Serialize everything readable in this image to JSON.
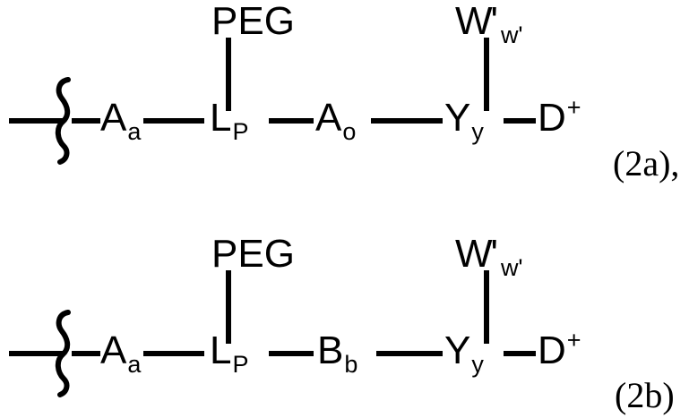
{
  "document": {
    "title": "Chemical structure formulas (2a) and (2b)",
    "background_color": "#ffffff",
    "ink_color": "#000000"
  },
  "structures": [
    {
      "id": "2a",
      "formula_number": "(2a),",
      "attachment_point": "wavy-bond",
      "backbone": [
        {
          "base": "A",
          "subscript": "a"
        },
        {
          "base": "L",
          "subscript": "P"
        },
        {
          "base": "A",
          "subscript": "o"
        },
        {
          "base": "Y",
          "subscript": "y"
        },
        {
          "base": "D",
          "superscript": "+"
        }
      ],
      "branches": [
        {
          "from": "L",
          "label": "PEG"
        },
        {
          "from": "Y",
          "base": "W",
          "prime": "'",
          "subscript": "w'"
        }
      ]
    },
    {
      "id": "2b",
      "formula_number": "(2b)",
      "attachment_point": "wavy-bond",
      "backbone": [
        {
          "base": "A",
          "subscript": "a"
        },
        {
          "base": "L",
          "subscript": "P"
        },
        {
          "base": "B",
          "subscript": "b"
        },
        {
          "base": "Y",
          "subscript": "y"
        },
        {
          "base": "D",
          "superscript": "+"
        }
      ],
      "branches": [
        {
          "from": "L",
          "label": "PEG"
        },
        {
          "from": "Y",
          "base": "W",
          "prime": "'",
          "subscript": "w'"
        }
      ]
    }
  ],
  "labels": {
    "peg": "PEG",
    "w_base": "W",
    "w_prime": "'",
    "w_subscript": "w'",
    "a_base": "A",
    "a_subscript": "a",
    "l_base": "L",
    "l_subscript": "P",
    "ao_base": "A",
    "ao_subscript": "o",
    "b_base": "B",
    "b_subscript": "b",
    "y_base": "Y",
    "y_subscript": "y",
    "d_base": "D",
    "d_superscript": "+",
    "number_2a": "(2a),",
    "number_2b": "(2b)"
  }
}
